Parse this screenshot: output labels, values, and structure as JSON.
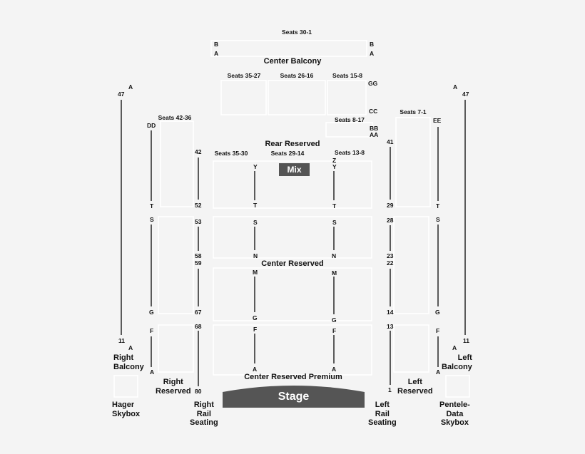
{
  "sections": {
    "center_balcony": "Center Balcony",
    "rear_reserved": "Rear Reserved",
    "center_reserved": "Center Reserved",
    "center_reserved_premium": "Center Reserved Premium",
    "right_balcony": "Right\nBalcony",
    "left_balcony": "Left\nBalcony",
    "right_reserved": "Right\nReserved",
    "left_reserved": "Left\nReserved",
    "hager_skybox": "Hager\nSkybox",
    "pentele_skybox": "Pentele-\nData\nSkybox",
    "right_rail": "Right\nRail\nSeating",
    "left_rail": "Left\nRail\nSeating",
    "mix": "Mix",
    "stage": "Stage"
  },
  "seat_ranges": {
    "balcony_top": "Seats 30-1",
    "balcony_left": "Seats 35-27",
    "balcony_mid": "Seats 26-16",
    "balcony_right": "Seats 15-8",
    "right_upper": "Seats 42-36",
    "left_upper": "Seats 7-1",
    "rear_right_box": "Seats 8-17",
    "rear_left": "Seats 35-30",
    "rear_mid": "Seats 29-14",
    "rear_right": "Seats 13-8"
  },
  "row_labels": {
    "b_left": "B",
    "a_left": "A",
    "b_right": "B",
    "a_right": "A",
    "gg": "GG",
    "cc": "CC",
    "bb": "BB",
    "aa": "AA",
    "dd": "DD",
    "ee": "EE",
    "rb_a_top": "A",
    "rb_47": "47",
    "rb_11": "11",
    "rb_a_bot": "A",
    "lb_a_top": "A",
    "lb_47": "47",
    "lb_11": "11",
    "lb_a_bot": "A",
    "c1_y": "Y",
    "c1_t": "T",
    "c1_s": "S",
    "c1_n": "N",
    "c1_m": "M",
    "c1_g": "G",
    "c1_f": "F",
    "c1_a": "A",
    "c2_z": "Z",
    "c2_y": "Y",
    "c2_t": "T",
    "c2_s": "S",
    "c2_n": "N",
    "c2_m": "M",
    "c2_g": "G",
    "c2_f": "F",
    "c2_a": "A",
    "rr_t": "T",
    "rr_s": "S",
    "rr_g": "G",
    "rr_f": "F",
    "rr_a": "A",
    "lr_t": "T",
    "lr_s": "S",
    "lr_g": "G",
    "lr_f": "F",
    "lr_a": "A",
    "rs_42": "42",
    "rs_52": "52",
    "rs_53": "53",
    "rs_58": "58",
    "rs_59": "59",
    "rs_67": "67",
    "rs_68": "68",
    "rs_80": "80",
    "ls_41": "41",
    "ls_29": "29",
    "ls_28": "28",
    "ls_23": "23",
    "ls_22": "22",
    "ls_14": "14",
    "ls_13": "13",
    "ls_1": "1"
  },
  "colors": {
    "background": "#f4f4f4",
    "outline": "#ffffff",
    "line": "#333333",
    "mix_fill": "#555555",
    "stage_fill": "#555555"
  }
}
